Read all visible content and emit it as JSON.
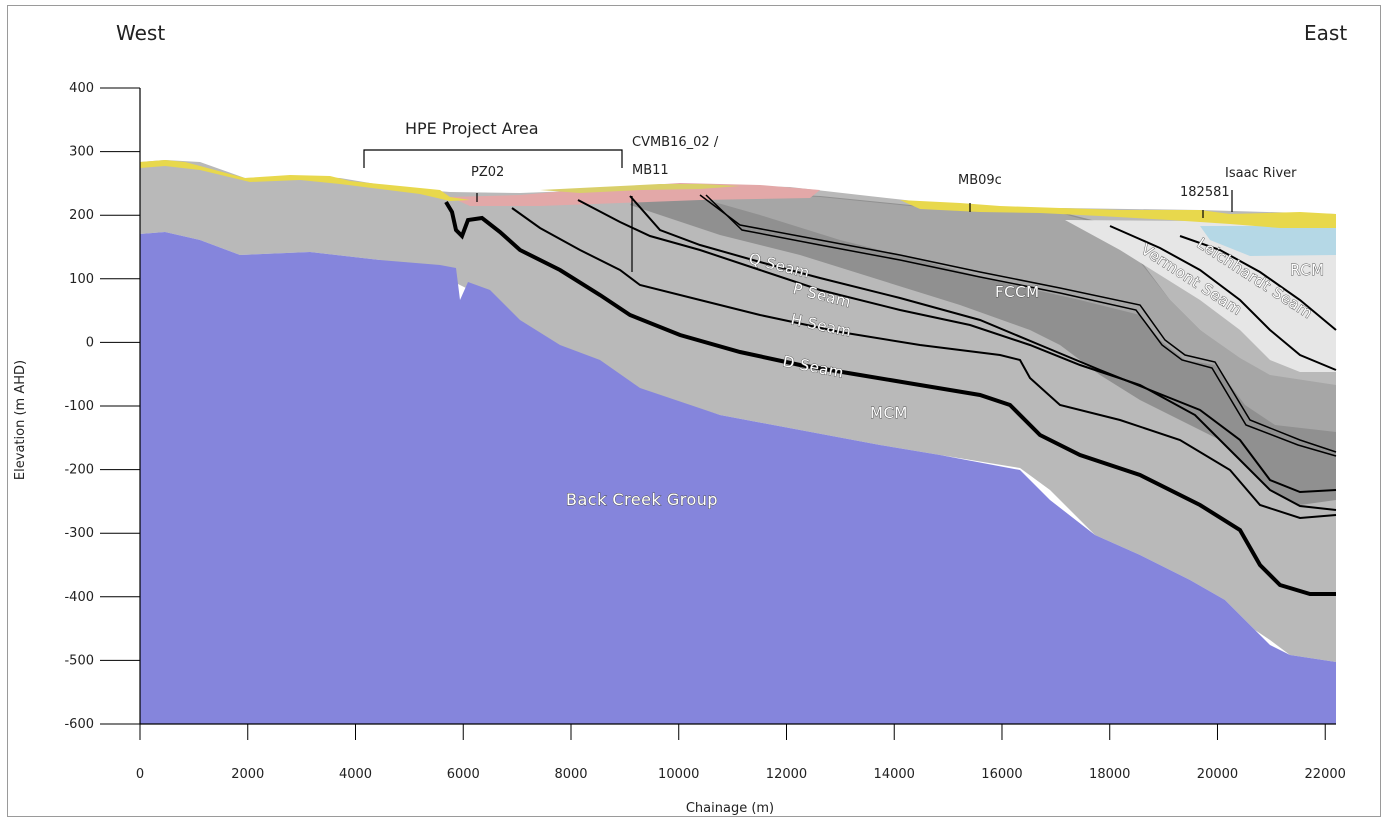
{
  "directions": {
    "west": "West",
    "east": "East"
  },
  "axes": {
    "ylabel": "Elevation (m AHD)",
    "xlabel": "Chainage (m)",
    "y_ticks": [
      "400",
      "300",
      "200",
      "100",
      "0",
      "-100",
      "-200",
      "-300",
      "-400",
      "-500",
      "-600"
    ],
    "x_ticks": [
      "0",
      "2000",
      "4000",
      "6000",
      "8000",
      "10000",
      "12000",
      "14000",
      "16000",
      "18000",
      "20000",
      "22000"
    ],
    "x_range": [
      0,
      22200
    ],
    "y_range": [
      -600,
      400
    ]
  },
  "annotations": {
    "project_area": "HPE Project Area",
    "pz02": "PZ02",
    "cvmb_line1": "CVMB16_02 /",
    "cvmb_line2": "MB11",
    "mb09c": "MB09c",
    "bore182581": "182581",
    "isaac_river": "Isaac River"
  },
  "units": {
    "back_creek": "Back Creek Group",
    "mcm": "MCM",
    "fccm": "FCCM",
    "rcm": "RCM",
    "q_seam": "Q Seam",
    "p_seam": "P Seam",
    "h_seam": "H Seam",
    "d_seam": "D Seam",
    "vermont": "Vermont Seam",
    "leichhardt": "Leichhardt Seam"
  },
  "colors": {
    "back_creek": "#8585dc",
    "mcm": "#b9b9b9",
    "fccm": "#8f8f8f",
    "upper_coal": "#a6a6a6",
    "rcm": "#e6e6e6",
    "alluvium": "#e8d84c",
    "tertiary": "#e3a8a8",
    "water": "#b5d8e6"
  }
}
